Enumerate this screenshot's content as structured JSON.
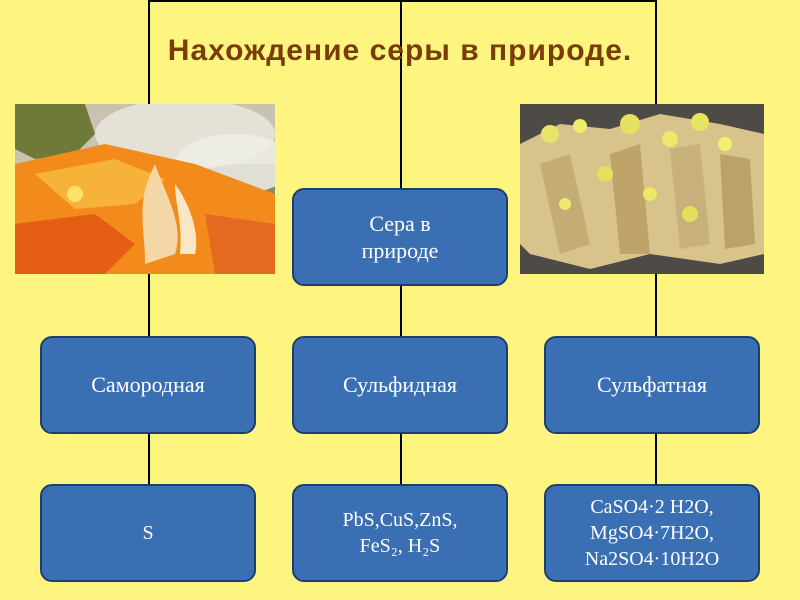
{
  "title": "Нахождение серы в природе.",
  "root": {
    "line1": "Сера в",
    "line2": "природе"
  },
  "categories": [
    {
      "label": "Самородная",
      "formula_lines": [
        "S"
      ]
    },
    {
      "label": "Сульфидная",
      "formula_lines": [
        "PbS,CuS,ZnS,",
        "FeS₂, H₂S"
      ]
    },
    {
      "label": "Сульфатная",
      "formula_lines": [
        "CaSO4·2 H2O,",
        "MgSO4·7H2O,",
        "Na2SO4·10H2O"
      ]
    }
  ],
  "photos": {
    "left": "volcanic-sulfur-deposit-photo",
    "right": "sulfur-crystals-on-mineral-photo"
  }
}
